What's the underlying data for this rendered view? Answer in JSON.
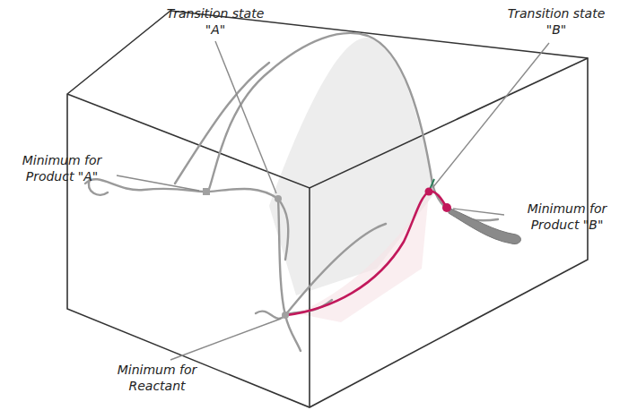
{
  "diagram": {
    "labels": [
      "Transition state \"A\"",
      "Transition state \"B\"",
      "Minimum for Product \"A\"",
      "Minimum for Product \"B\"",
      "Minimum for Reactant"
    ]
  }
}
